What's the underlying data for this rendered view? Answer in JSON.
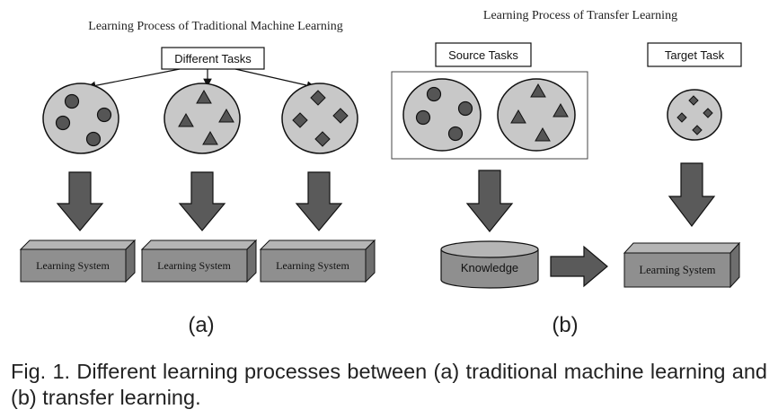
{
  "left": {
    "title": "Learning Process of Traditional Machine Learning",
    "tasks_label": "Different Tasks",
    "systems": [
      "Learning System",
      "Learning System",
      "Learning System"
    ],
    "subfigure": "(a)"
  },
  "right": {
    "title": "Learning Process of Transfer Learning",
    "source_label": "Source Tasks",
    "target_label": "Target Task",
    "knowledge_label": "Knowledge",
    "system_label": "Learning System",
    "subfigure": "(b)"
  },
  "caption": "Fig. 1. Different learning processes between (a) traditional machine learning and (b) transfer learning.",
  "colors": {
    "circle_fill": "#c8c8c8",
    "shape_fill": "#555555",
    "arrow_fill": "#5a5a5a",
    "box_fill": "#8f8f8f",
    "box_top": "#b5b5b5",
    "box_side": "#6e6e6e",
    "outline": "#111111"
  }
}
